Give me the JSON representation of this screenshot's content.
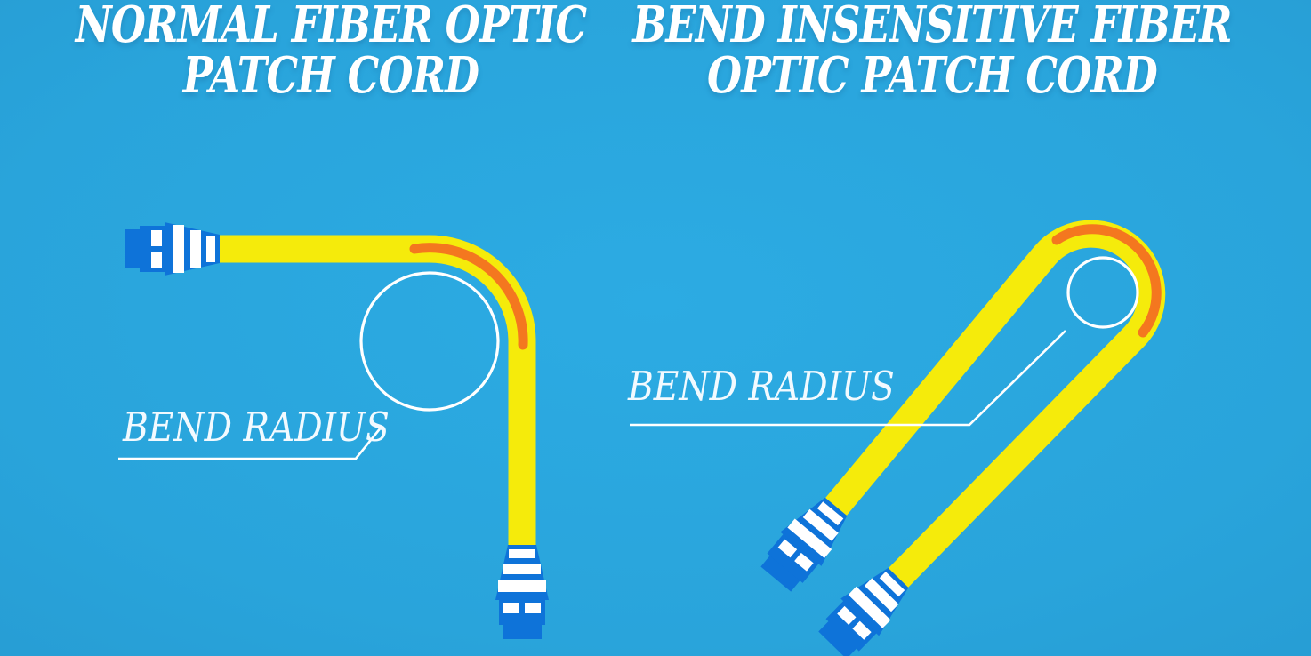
{
  "panels": {
    "left": {
      "title_line1": "NORMAL FIBER OPTIC",
      "title_line2": "PATCH CORD",
      "bend_radius_label": "BEND RADIUS"
    },
    "right": {
      "title_line1": "BEND INSENSITIVE FIBER",
      "title_line2": "OPTIC PATCH CORD",
      "bend_radius_label": "BEND RADIUS"
    }
  },
  "colors": {
    "background_center": "#2CABE3",
    "background_edge": "#2391C8",
    "cable_yellow": "#F5EB0B",
    "bend_highlight_orange": "#F4771F",
    "connector_blue": "#0E73D9",
    "stripe_white": "#FFFFFF",
    "title_white": "#FFFFFF",
    "label_white": "#F2FAFF"
  }
}
